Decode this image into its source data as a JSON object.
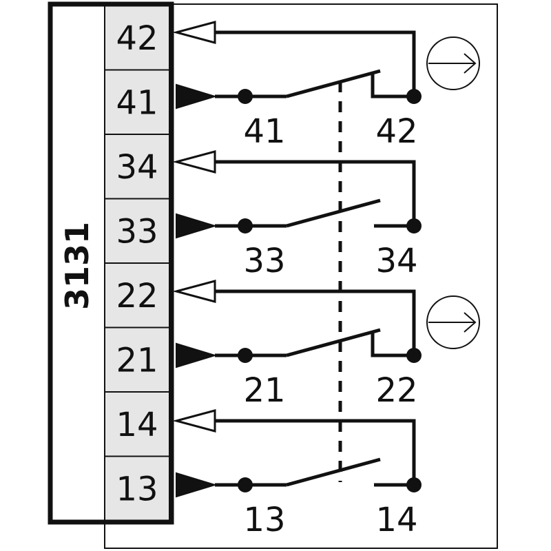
{
  "module_label": "3131",
  "terminals": [
    "42",
    "41",
    "34",
    "33",
    "22",
    "21",
    "14",
    "13"
  ],
  "contacts": [
    {
      "in": "41",
      "out": "42",
      "actuated": true
    },
    {
      "in": "33",
      "out": "34",
      "actuated": false
    },
    {
      "in": "21",
      "out": "22",
      "actuated": true
    },
    {
      "in": "13",
      "out": "14",
      "actuated": false
    }
  ],
  "colors": {
    "line": "#111111",
    "terminal_fill": "#e6e6e6",
    "background": "#ffffff"
  },
  "icons": [
    "input-arrow-icon-filled",
    "output-arrow-icon-open",
    "actuator-direction-icon"
  ]
}
